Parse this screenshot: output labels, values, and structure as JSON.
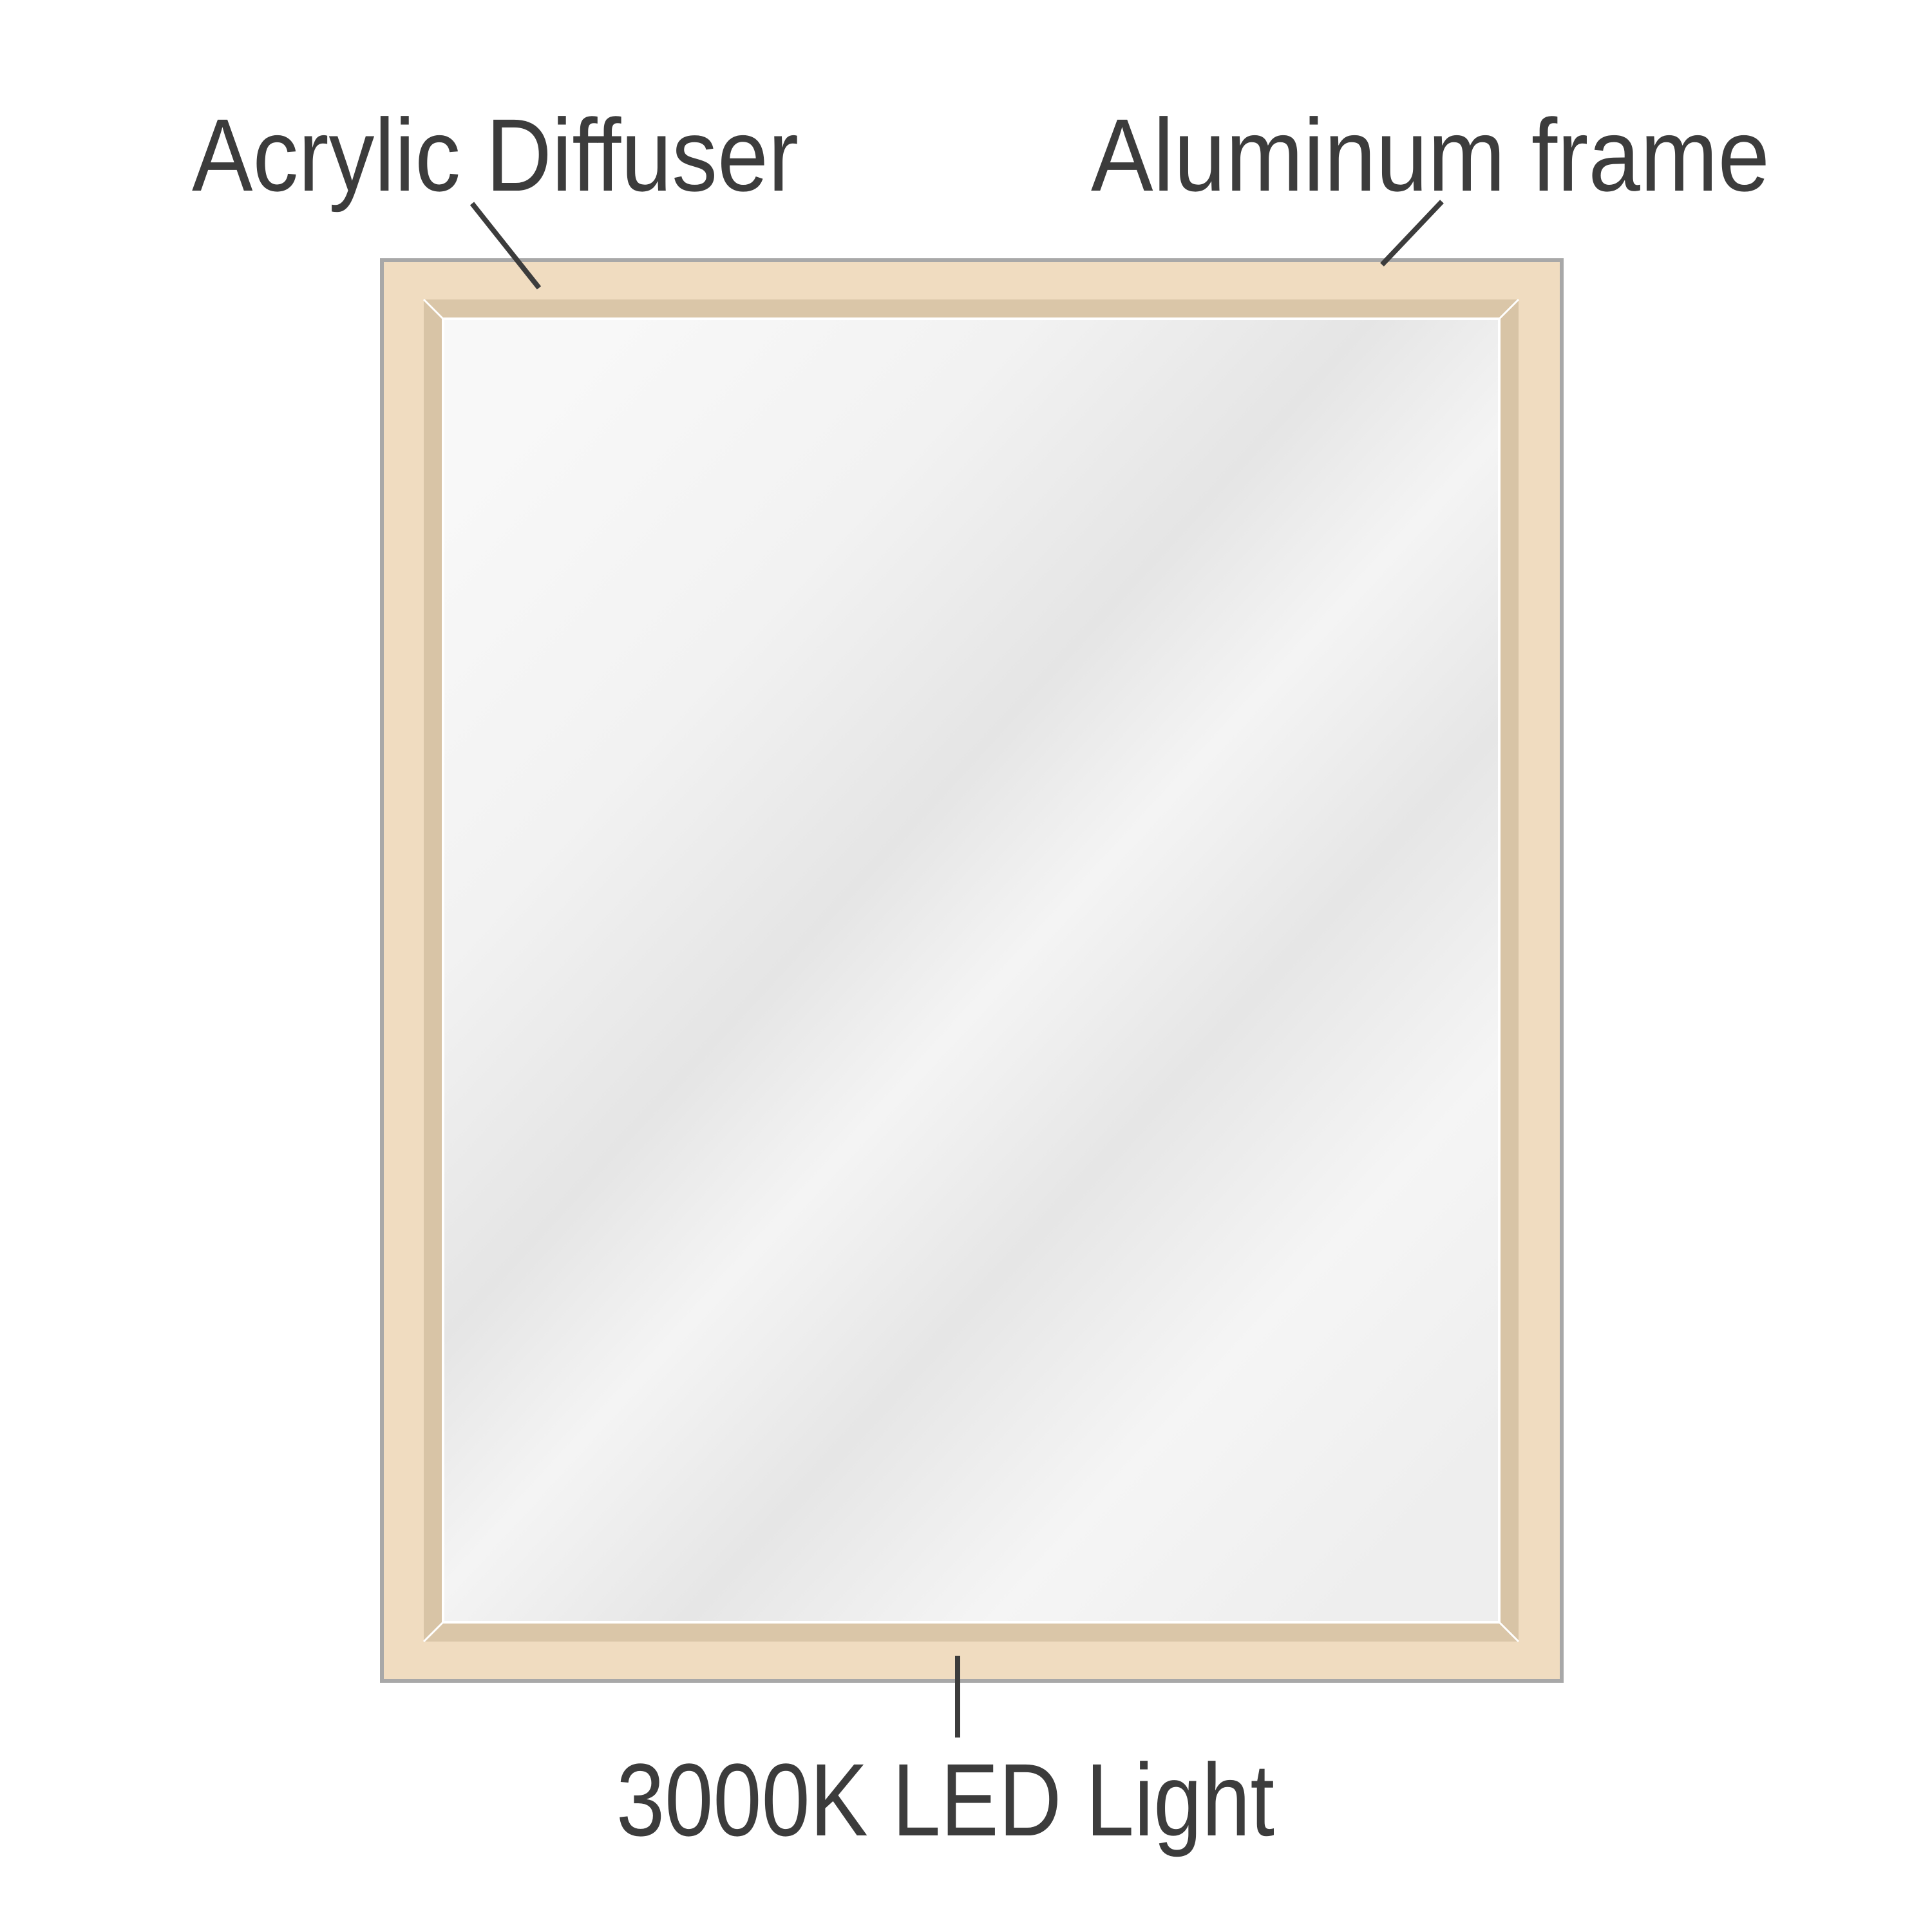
{
  "labels": {
    "acrylic_diffuser": "Acrylic Diffuser",
    "aluminum_frame": "Aluminum frame",
    "led_light": "3000K LED Light"
  },
  "colors": {
    "text": "#3c3c3c",
    "leader_line": "#3c3c3c",
    "diffuser": "#f0dcc0",
    "diffuser_inner": "#dcc8aa",
    "frame_edge": "#a8a8a8",
    "mirror_light": "#f7f7f7",
    "mirror_shade": "#e4e4e4"
  }
}
